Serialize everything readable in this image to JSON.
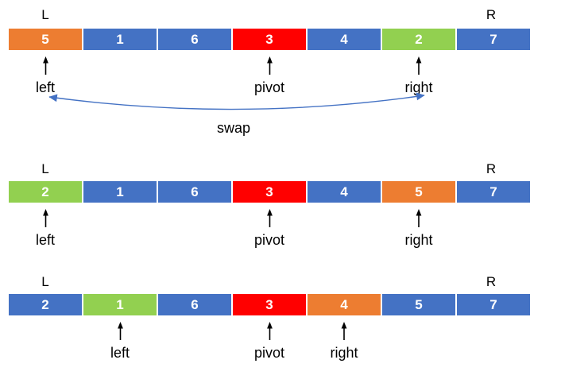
{
  "colors": {
    "blue": "#4472C4",
    "orange": "#ED7D31",
    "red": "#FF0000",
    "green": "#92D050",
    "swap_arrow": "#4472C4",
    "pointer_arrow": "#000000"
  },
  "rows": [
    {
      "left_bound_label": "L",
      "right_bound_label": "R",
      "cells": [
        {
          "value": "5",
          "color": "orange"
        },
        {
          "value": "1",
          "color": "blue"
        },
        {
          "value": "6",
          "color": "blue"
        },
        {
          "value": "3",
          "color": "red"
        },
        {
          "value": "4",
          "color": "blue"
        },
        {
          "value": "2",
          "color": "green"
        },
        {
          "value": "7",
          "color": "blue"
        }
      ],
      "pointers": [
        {
          "label": "left",
          "cell_index": 0
        },
        {
          "label": "pivot",
          "cell_index": 3
        },
        {
          "label": "right",
          "cell_index": 5
        }
      ],
      "swap_label": "swap"
    },
    {
      "left_bound_label": "L",
      "right_bound_label": "R",
      "cells": [
        {
          "value": "2",
          "color": "green"
        },
        {
          "value": "1",
          "color": "blue"
        },
        {
          "value": "6",
          "color": "blue"
        },
        {
          "value": "3",
          "color": "red"
        },
        {
          "value": "4",
          "color": "blue"
        },
        {
          "value": "5",
          "color": "orange"
        },
        {
          "value": "7",
          "color": "blue"
        }
      ],
      "pointers": [
        {
          "label": "left",
          "cell_index": 0
        },
        {
          "label": "pivot",
          "cell_index": 3
        },
        {
          "label": "right",
          "cell_index": 5
        }
      ]
    },
    {
      "left_bound_label": "L",
      "right_bound_label": "R",
      "cells": [
        {
          "value": "2",
          "color": "blue"
        },
        {
          "value": "1",
          "color": "green"
        },
        {
          "value": "6",
          "color": "blue"
        },
        {
          "value": "3",
          "color": "red"
        },
        {
          "value": "4",
          "color": "orange"
        },
        {
          "value": "5",
          "color": "blue"
        },
        {
          "value": "7",
          "color": "blue"
        }
      ],
      "pointers": [
        {
          "label": "left",
          "cell_index": 1
        },
        {
          "label": "pivot",
          "cell_index": 3
        },
        {
          "label": "right",
          "cell_index": 4
        }
      ]
    }
  ]
}
